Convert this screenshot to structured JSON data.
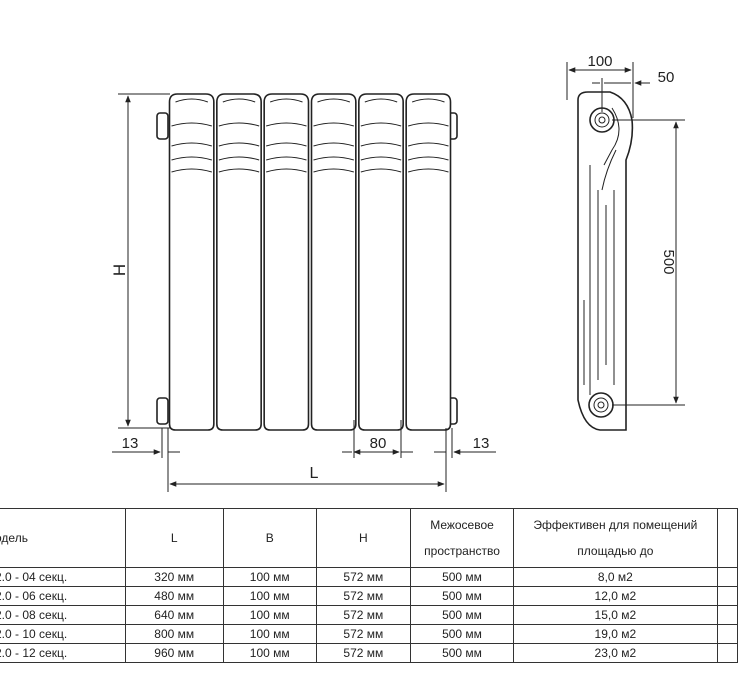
{
  "front_view": {
    "height_label": "H",
    "length_label": "L",
    "side_gap_left": "13",
    "side_gap_right": "13",
    "section_width": "80",
    "sections": 6
  },
  "side_view": {
    "depth": "100",
    "offset": "50",
    "axis_distance": "500"
  },
  "table": {
    "headers": {
      "model": "одель",
      "L": "L",
      "B": "B",
      "H": "H",
      "axis_line1": "Межосевое",
      "axis_line2": "пространство",
      "area_line1": "Эффективен для помещений",
      "area_line2": "площадью до"
    },
    "rows": [
      {
        "model": "2.0 - 04 секц.",
        "L": "320 мм",
        "B": "100 мм",
        "H": "572 мм",
        "axis": "500 мм",
        "area": "8,0 м2"
      },
      {
        "model": "2.0 - 06 секц.",
        "L": "480 мм",
        "B": "100 мм",
        "H": "572 мм",
        "axis": "500 мм",
        "area": "12,0 м2"
      },
      {
        "model": "2.0 - 08 секц.",
        "L": "640 мм",
        "B": "100 мм",
        "H": "572 мм",
        "axis": "500 мм",
        "area": "15,0 м2"
      },
      {
        "model": "2.0 - 10 секц.",
        "L": "800 мм",
        "B": "100 мм",
        "H": "572 мм",
        "axis": "500 мм",
        "area": "19,0 м2"
      },
      {
        "model": "2.0 - 12 секц.",
        "L": "960 мм",
        "B": "100 мм",
        "H": "572 мм",
        "axis": "500 мм",
        "area": "23,0 м2"
      }
    ]
  }
}
